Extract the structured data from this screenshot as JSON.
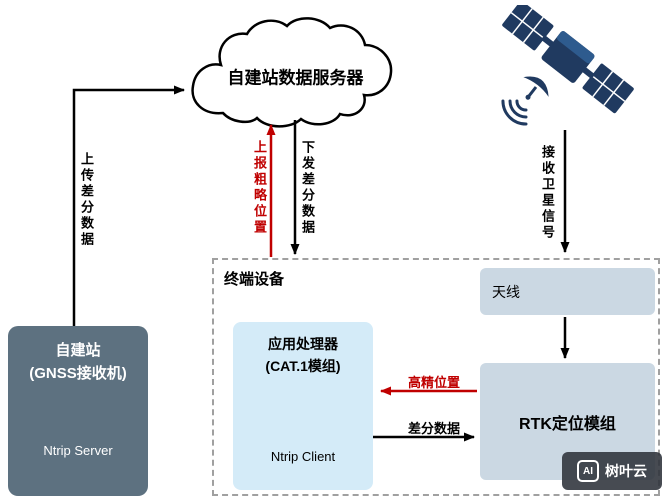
{
  "colors": {
    "arrow_black": "#000000",
    "arrow_red": "#c00000",
    "station_box_bg": "#5d7180",
    "station_box_text": "#ffffff",
    "processor_box_bg": "#d4ebf8",
    "module_box_bg": "#cbd8e3",
    "satellite_color": "#203a60",
    "dashed_border": "#a0a0a0",
    "watermark_bg": "#2d323a"
  },
  "nodes": {
    "cloud_server": {
      "label": "自建站数据服务器"
    },
    "base_station": {
      "title_line1": "自建站",
      "title_line2": "(GNSS接收机)",
      "subtitle": "Ntrip Server"
    },
    "satellite": {
      "icon": "satellite-icon"
    }
  },
  "terminal_group": {
    "label": "终端设备",
    "antenna": {
      "label": "天线"
    },
    "app_processor": {
      "title_line1": "应用处理器",
      "title_line2": "(CAT.1模组)",
      "subtitle": "Ntrip Client"
    },
    "rtk_module": {
      "label": "RTK定位模组"
    }
  },
  "flows": {
    "upload_diff": {
      "label": "上传差分数据"
    },
    "report_position": {
      "label": "上报粗略位置"
    },
    "send_diff": {
      "label": "下发差分数据"
    },
    "satellite_signal": {
      "label": "接收卫星信号"
    },
    "high_precision_position": {
      "label": "高精位置"
    },
    "diff_data": {
      "label": "差分数据"
    }
  },
  "watermark": {
    "logo_text": "AI",
    "brand": "树叶云"
  }
}
